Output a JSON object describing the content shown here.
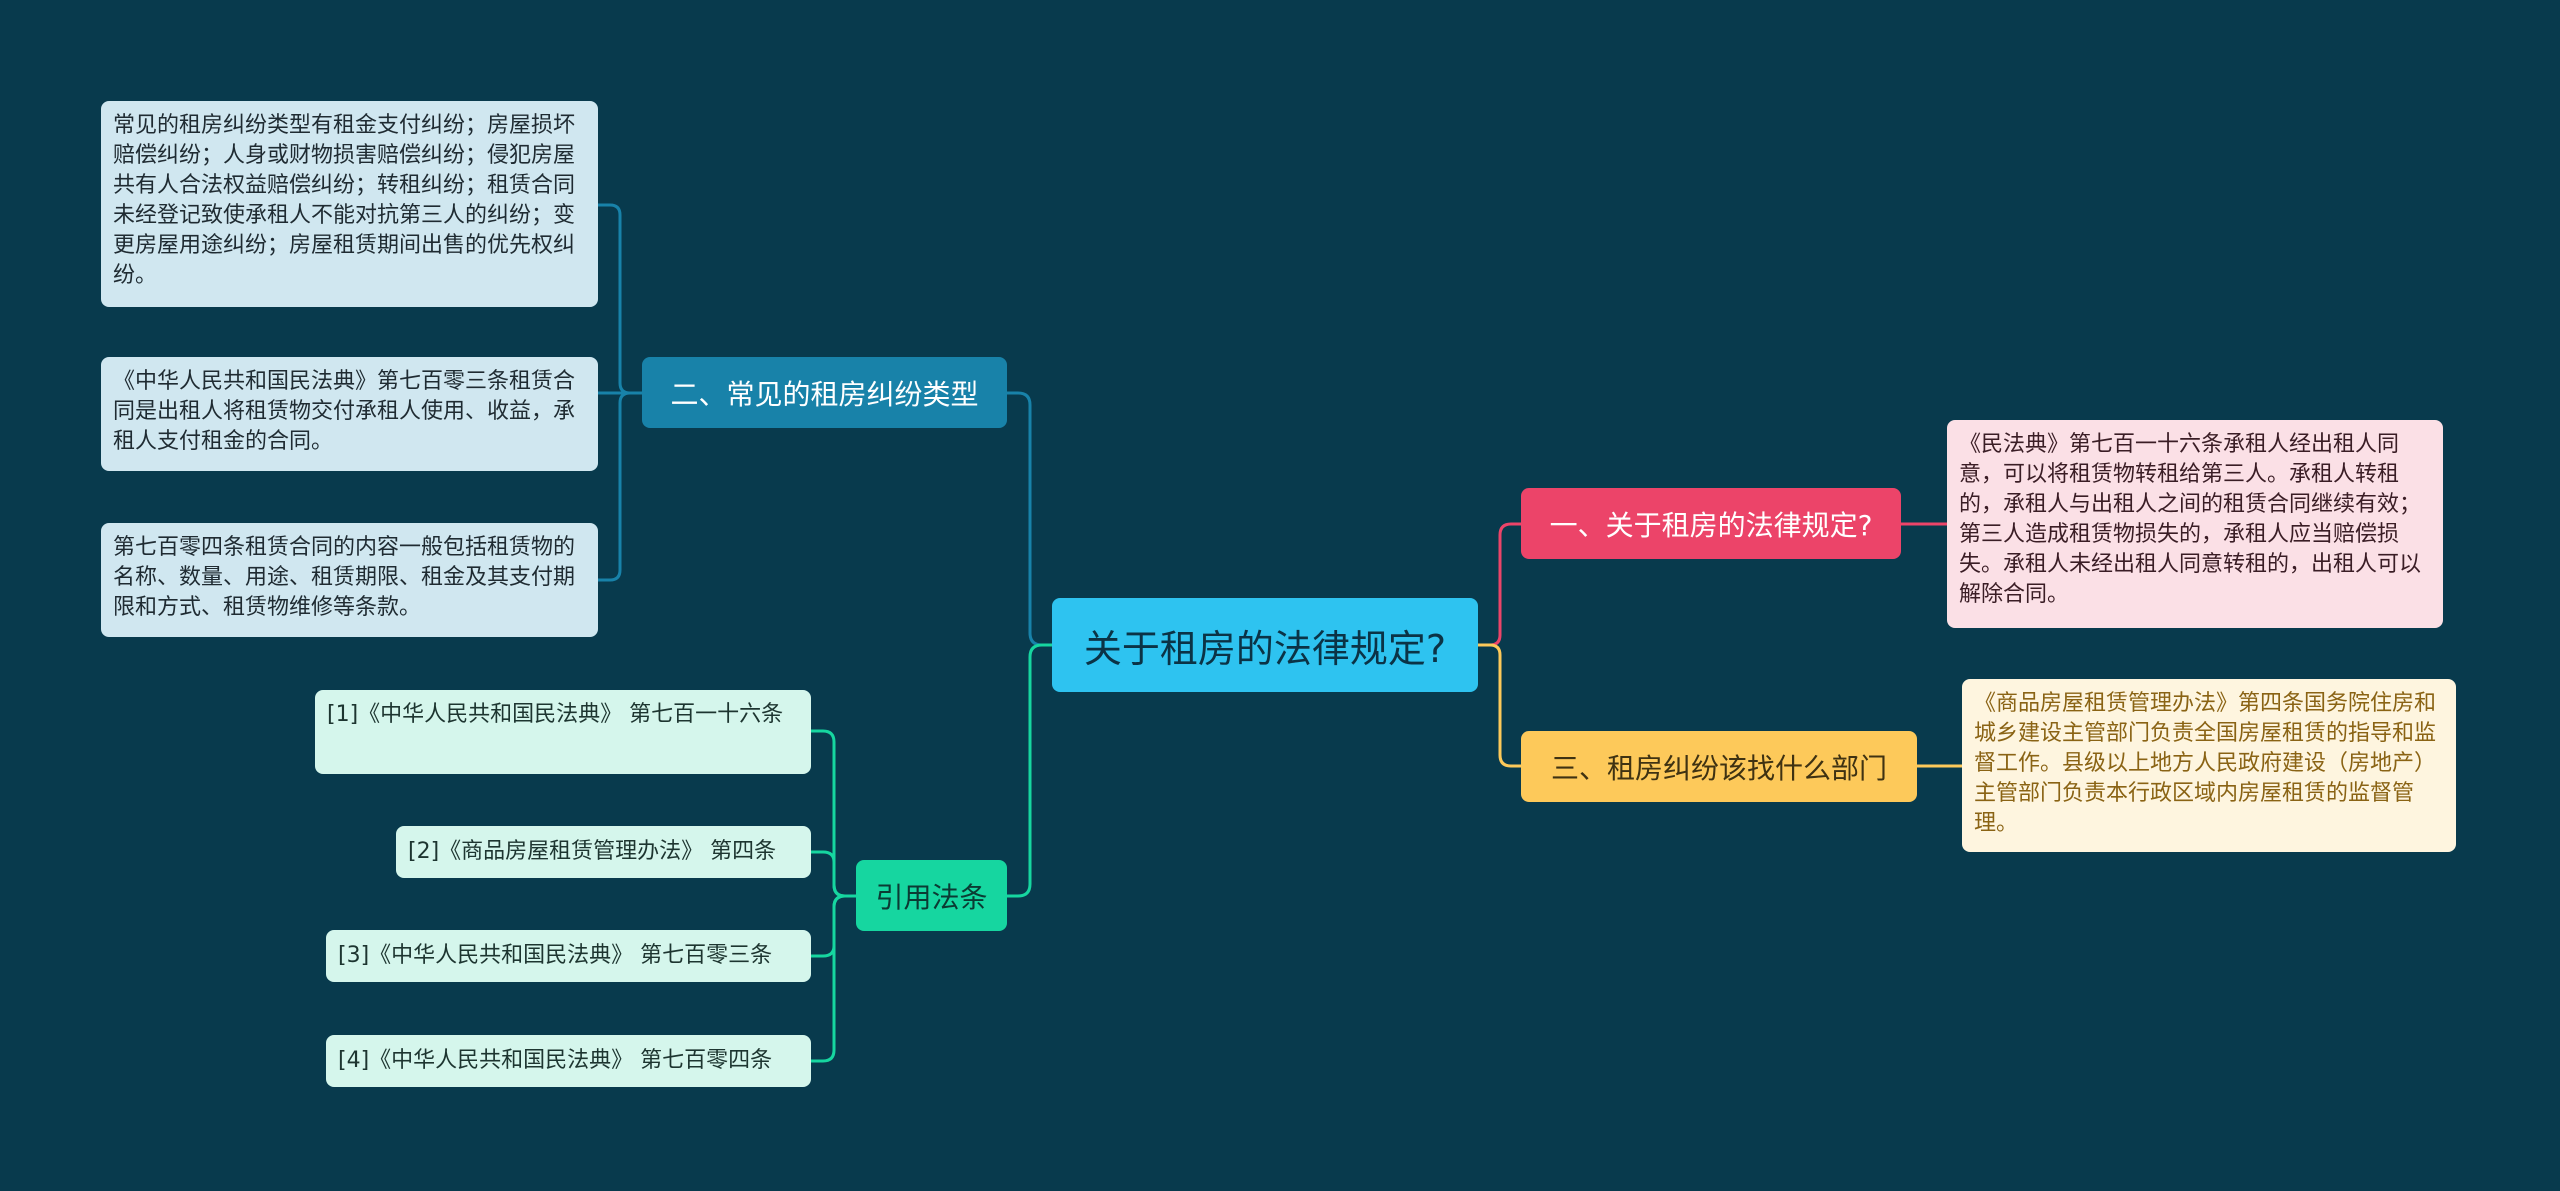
{
  "root": {
    "label": "关于租房的法律规定?"
  },
  "branches": {
    "law": {
      "label": "一、关于租房的法律规定?",
      "color": "#ec4469",
      "leaf": "《民法典》第七百一十六条承租人经出租人同意，可以将租赁物转租给第三人。承租人转租的，承租人与出租人之间的租赁合同继续有效；第三人造成租赁物损失的，承租人应当赔偿损失。承租人未经出租人同意转租的，出租人可以解除合同。"
    },
    "department": {
      "label": "三、租房纠纷该找什么部门",
      "color": "#fdc95a",
      "leaf": "《商品房屋租赁管理办法》第四条国务院住房和城乡建设主管部门负责全国房屋租赁的指导和监督工作。县级以上地方人民政府建设（房地产）主管部门负责本行政区域内房屋租赁的监督管理。"
    },
    "types": {
      "label": "二、常见的租房纠纷类型",
      "color": "#1882a9",
      "leaves": [
        "常见的租房纠纷类型有租金支付纠纷；房屋损坏赔偿纠纷；人身或财物损害赔偿纠纷；侵犯房屋共有人合法权益赔偿纠纷；转租纠纷；租赁合同未经登记致使承租人不能对抗第三人的纠纷；变更房屋用途纠纷；房屋租赁期间出售的优先权纠纷。",
        "《中华人民共和国民法典》第七百零三条租赁合同是出租人将租赁物交付承租人使用、收益，承租人支付租金的合同。",
        "第七百零四条租赁合同的内容一般包括租赁物的名称、数量、用途、租赁期限、租金及其支付期限和方式、租赁物维修等条款。"
      ]
    },
    "citations": {
      "label": "引用法条",
      "color": "#16d6a0",
      "leaves": [
        "[1]《中华人民共和国民法典》 第七百一十六条",
        "[2]《商品房屋租赁管理办法》 第四条",
        "[3]《中华人民共和国民法典》 第七百零三条",
        "[4]《中华人民共和国民法典》 第七百零四条"
      ]
    }
  },
  "colors": {
    "background": "#083a4d",
    "root": "#2ec3f0"
  }
}
